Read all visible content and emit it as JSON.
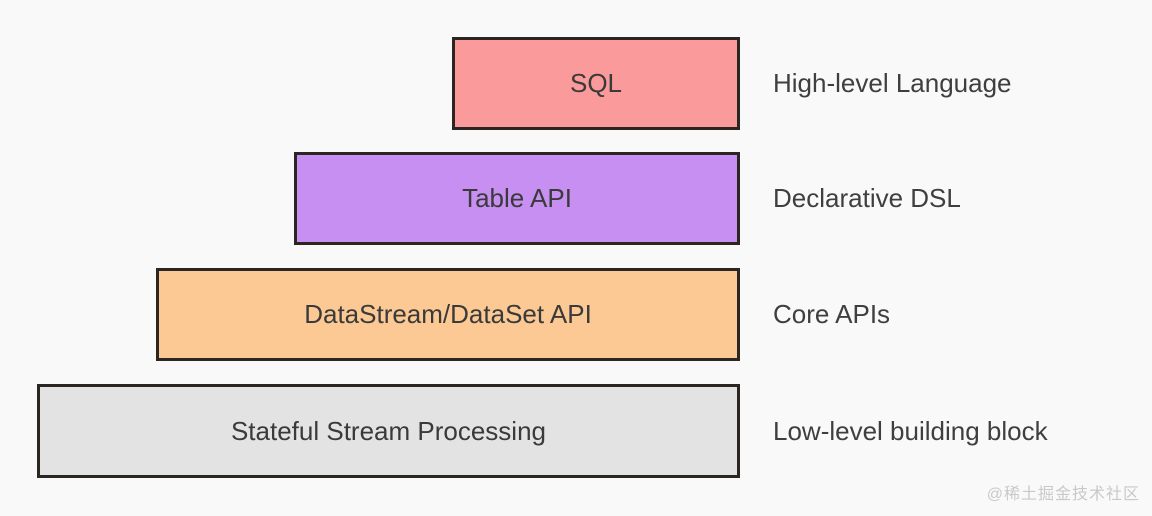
{
  "diagram": {
    "background_color": "#f9f9f9",
    "border_color": "#2b2622",
    "layers": [
      {
        "box_label": "SQL",
        "side_label": "High-level Language",
        "box_color": "#fa9a9a"
      },
      {
        "box_label": "Table API",
        "side_label": "Declarative DSL",
        "box_color": "#c78ff2"
      },
      {
        "box_label": "DataStream/DataSet API",
        "side_label": "Core APIs",
        "box_color": "#fcc994"
      },
      {
        "box_label": "Stateful Stream Processing",
        "side_label": "Low-level building block",
        "box_color": "#e3e3e3"
      }
    ]
  },
  "watermark": {
    "text": "@稀土掘金技术社区",
    "color": "#c9c9c9"
  }
}
